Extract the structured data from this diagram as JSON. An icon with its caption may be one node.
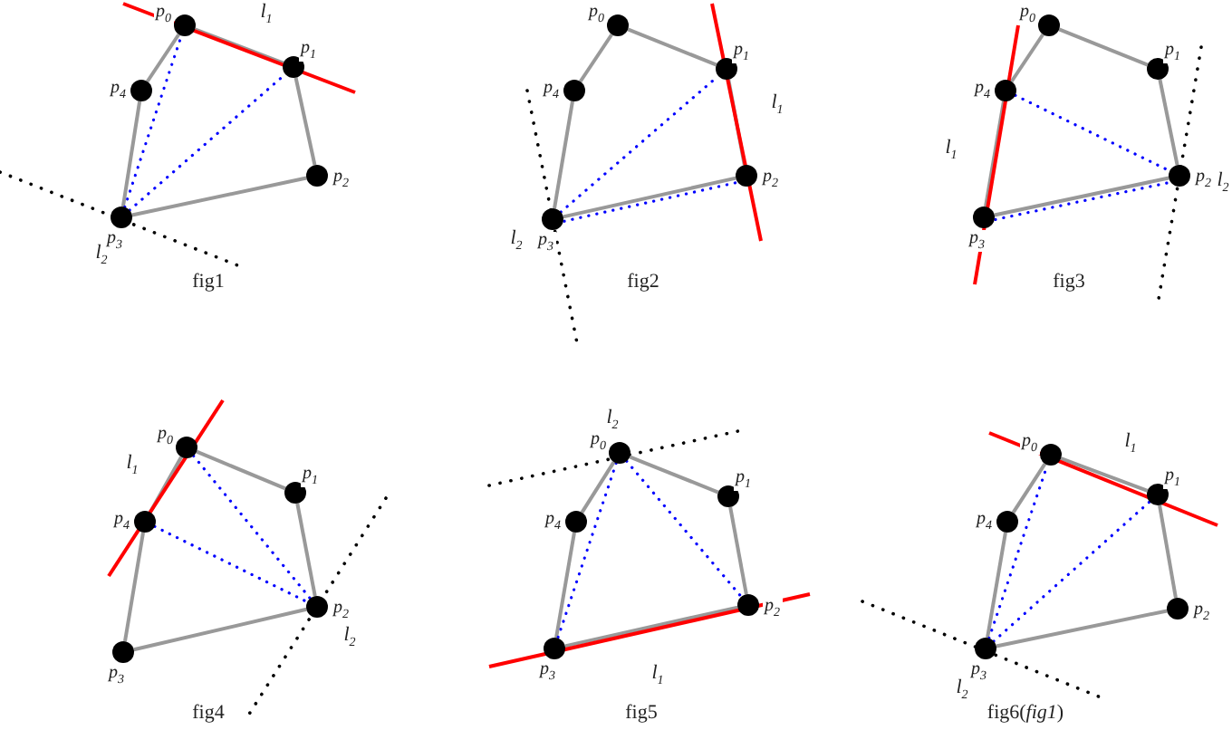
{
  "diagram": {
    "nodes": [
      {
        "text": [
          "p$_{0}$"
        ]
      },
      {
        "text": [
          "p$_{1}$"
        ]
      },
      {
        "text": [
          "p$_{2}$"
        ]
      },
      {
        "text": [
          "p$_{3}$"
        ]
      },
      {
        "text": [
          "p$_{4}$"
        ]
      },
      {
        "text": [
          "p$_{0}$"
        ]
      },
      {
        "text": [
          "p$_{1}$"
        ]
      },
      {
        "text": [
          "p$_{2}$"
        ]
      },
      {
        "text": [
          "p$_{3}$"
        ]
      },
      {
        "text": [
          "p$_{4}$"
        ]
      },
      {
        "text": [
          "p$_{0}$"
        ]
      },
      {
        "text": [
          "p$_{1}$"
        ]
      },
      {
        "text": [
          "p$_{2}$"
        ]
      },
      {
        "text": [
          "p$_{3}$"
        ]
      },
      {
        "text": [
          "p$_{4}$"
        ]
      },
      {
        "text": [
          "p$_{0}$"
        ]
      },
      {
        "text": [
          "p$_{1}$"
        ]
      },
      {
        "text": [
          "p$_{2}$"
        ]
      },
      {
        "text": [
          "p$_{3}$"
        ]
      },
      {
        "text": [
          "p$_{4}$"
        ]
      },
      {
        "text": [
          "p$_{0}$"
        ]
      },
      {
        "text": [
          "p$_{1}$"
        ]
      },
      {
        "text": [
          "p$_{2}$"
        ]
      },
      {
        "text": [
          "p$_{3}$"
        ]
      },
      {
        "text": [
          "p$_{4}$"
        ]
      },
      {
        "text": [
          "p$_{0}$"
        ]
      },
      {
        "text": [
          "p$_{1}$"
        ]
      },
      {
        "text": [
          "p$_{2}$"
        ]
      },
      {
        "text": [
          "p$_{3}$"
        ]
      },
      {
        "text": [
          "p$_{4}$"
        ]
      }
    ],
    "edges": [
      {
        "from": 0,
        "to": 1,
        "arrow": "none"
      },
      {
        "from": 1,
        "to": 2,
        "arrow": "none"
      },
      {
        "from": 2,
        "to": 3,
        "arrow": "none"
      },
      {
        "from": 3,
        "to": 4,
        "arrow": "none"
      },
      {
        "from": 4,
        "to": 0,
        "arrow": "none"
      },
      {
        "from": 3,
        "to": 0,
        "arrow": "none",
        "style": "dashed",
        "color": "#0000ff"
      },
      {
        "from": 3,
        "to": 1,
        "arrow": "none",
        "style": "dashed",
        "color": "#0000ff"
      },
      {
        "from": 5,
        "to": 6,
        "arrow": "none"
      },
      {
        "from": 6,
        "to": 7,
        "arrow": "none"
      },
      {
        "from": 7,
        "to": 8,
        "arrow": "none"
      },
      {
        "from": 8,
        "to": 9,
        "arrow": "none"
      },
      {
        "from": 9,
        "to": 5,
        "arrow": "none"
      },
      {
        "from": 8,
        "to": 6,
        "arrow": "none",
        "style": "dashed",
        "color": "#0000ff"
      },
      {
        "from": 8,
        "to": 7,
        "arrow": "none",
        "style": "dashed",
        "color": "#0000ff"
      },
      {
        "from": 10,
        "to": 11,
        "arrow": "none"
      },
      {
        "from": 11,
        "to": 12,
        "arrow": "none"
      },
      {
        "from": 12,
        "to": 13,
        "arrow": "none"
      },
      {
        "from": 13,
        "to": 14,
        "arrow": "none"
      },
      {
        "from": 14,
        "to": 10,
        "arrow": "none"
      },
      {
        "from": 14,
        "to": 12,
        "arrow": "none",
        "style": "dashed",
        "color": "#0000ff"
      },
      {
        "from": 13,
        "to": 12,
        "arrow": "none",
        "style": "dashed",
        "color": "#0000ff"
      },
      {
        "from": 15,
        "to": 16,
        "arrow": "none"
      },
      {
        "from": 16,
        "to": 17,
        "arrow": "none"
      },
      {
        "from": 17,
        "to": 18,
        "arrow": "none"
      },
      {
        "from": 18,
        "to": 19,
        "arrow": "none"
      },
      {
        "from": 19,
        "to": 15,
        "arrow": "none"
      },
      {
        "from": 19,
        "to": 17,
        "arrow": "none",
        "style": "dashed",
        "color": "#0000ff"
      },
      {
        "from": 15,
        "to": 17,
        "arrow": "none",
        "style": "dashed",
        "color": "#0000ff"
      },
      {
        "from": 20,
        "to": 21,
        "arrow": "none"
      },
      {
        "from": 21,
        "to": 22,
        "arrow": "none"
      },
      {
        "from": 22,
        "to": 23,
        "arrow": "none"
      },
      {
        "from": 23,
        "to": 24,
        "arrow": "none"
      },
      {
        "from": 24,
        "to": 20,
        "arrow": "none"
      },
      {
        "from": 20,
        "to": 23,
        "arrow": "none",
        "style": "dashed",
        "color": "#0000ff"
      },
      {
        "from": 20,
        "to": 22,
        "arrow": "none",
        "style": "dashed",
        "color": "#0000ff"
      },
      {
        "from": 25,
        "to": 26,
        "arrow": "none"
      },
      {
        "from": 26,
        "to": 27,
        "arrow": "none"
      },
      {
        "from": 27,
        "to": 28,
        "arrow": "none"
      },
      {
        "from": 28,
        "to": 29,
        "arrow": "none"
      },
      {
        "from": 29,
        "to": 25,
        "arrow": "none"
      },
      {
        "from": 28,
        "to": 25,
        "arrow": "none",
        "style": "dashed",
        "color": "#0000ff"
      },
      {
        "from": 28,
        "to": 26,
        "arrow": "none",
        "style": "dashed",
        "color": "#0000ff"
      }
    ],
    "labels": [
      "l$_{1}$",
      "l$_{2}$",
      "fig1",
      "l$_{1}$",
      "l$_{2}$",
      "fig2",
      "l$_{1}$",
      "l$_{2}$",
      "fig3",
      "l$_{1}$",
      "l$_{2}$",
      "fig4",
      "l$_{2}$",
      "l$_{1}$",
      "fig5",
      "l$_{1}$",
      "l$_{2}$",
      "fig6(*fig1*)"
    ]
  }
}
